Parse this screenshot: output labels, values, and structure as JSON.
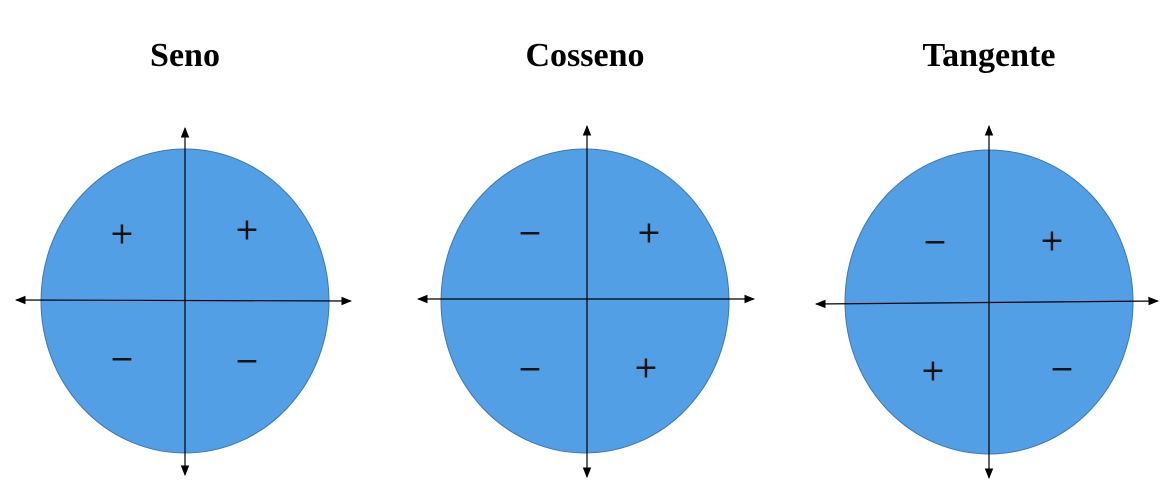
{
  "colors": {
    "circle_fill": "#529fe6",
    "circle_stroke": "#3f78b0",
    "axis": "#000000",
    "sign_text": "#111111"
  },
  "panels": [
    {
      "title": "Seno",
      "quadrants": {
        "q2": "+",
        "q1": "+",
        "q3": "−",
        "q4": "−"
      }
    },
    {
      "title": "Cosseno",
      "quadrants": {
        "q2": "−",
        "q1": "+",
        "q3": "−",
        "q4": "+"
      }
    },
    {
      "title": "Tangente",
      "quadrants": {
        "q2": "−",
        "q1": "+",
        "q3": "+",
        "q4": "−"
      }
    }
  ]
}
